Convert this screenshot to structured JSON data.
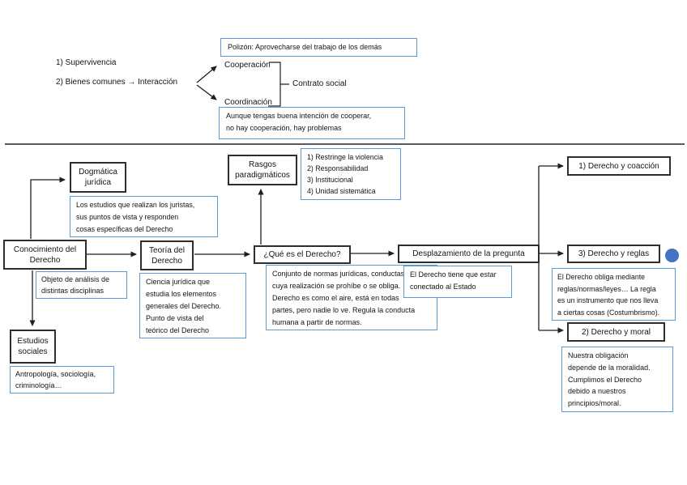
{
  "colors": {
    "node_border": "#2e2e2e",
    "note_border": "#5b9bd5",
    "divider": "#5a5a5a",
    "dot_blue": "#4472c4"
  },
  "top": {
    "supervivencia": "1) Supervivencia",
    "bienes": "2) Bienes comunes → Interacción",
    "cooperacion": "Cooperación",
    "coordinacion": "Coordinación",
    "contrato": "Contrato social",
    "polizon_note": "Polizón: Aprovecharse del trabajo de los demás",
    "aunque_note": [
      "Aunque tengas buena intención de cooperar,",
      "no hay cooperación, hay problemas"
    ]
  },
  "flow": {
    "conocimiento": "Conocimiento del Derecho",
    "dogmatica": "Dogmática jurídica",
    "dogmatica_note": [
      "Los estudios que realizan los juristas,",
      "sus puntos de vista y responden",
      "cosas específicas del Derecho"
    ],
    "objeto_note": [
      "Objeto de análisis de",
      "distintas disciplinas"
    ],
    "estudios": "Estudios sociales",
    "estudios_note": [
      "Antropología, sociología,",
      "criminología…"
    ],
    "teoria": "Teoría del Derecho",
    "teoria_note": [
      "Ciencia jurídica que",
      "estudia los elementos",
      "generales del Derecho.",
      "Punto de vista del",
      "teórico del Derecho"
    ],
    "rasgos": "Rasgos paradigmáticos",
    "rasgos_note": [
      "1) Restringe la violencia",
      "2) Responsabilidad",
      "3) Institucional",
      "4) Unidad sistemática"
    ],
    "que_es": "¿Qué es el Derecho?",
    "que_es_note": [
      "Conjunto de normas jurídicas, conductas",
      "cuya realización se prohíbe o se obliga.",
      "Derecho es como el aire, está en todas",
      "partes, pero nadie lo ve. Regula la conducta",
      "humana a partir de normas."
    ],
    "desplazamiento": "Desplazamiento de la pregunta",
    "desplazamiento_note": [
      "El Derecho tiene que estar",
      "conectado al Estado"
    ],
    "derecho_coaccion": "1) Derecho y coacción",
    "derecho_reglas": "3) Derecho y reglas",
    "reglas_note": [
      "El Derecho obliga mediante",
      "reglas/normas/leyes… La regla",
      "es un instrumento que nos lleva",
      "a ciertas cosas (Costumbrismo)."
    ],
    "derecho_moral": "2) Derecho y moral",
    "moral_note": [
      "Nuestra obligación",
      "depende de la moralidad.",
      "Cumplimos el Derecho",
      "debido a nuestros",
      "principios/moral."
    ]
  }
}
